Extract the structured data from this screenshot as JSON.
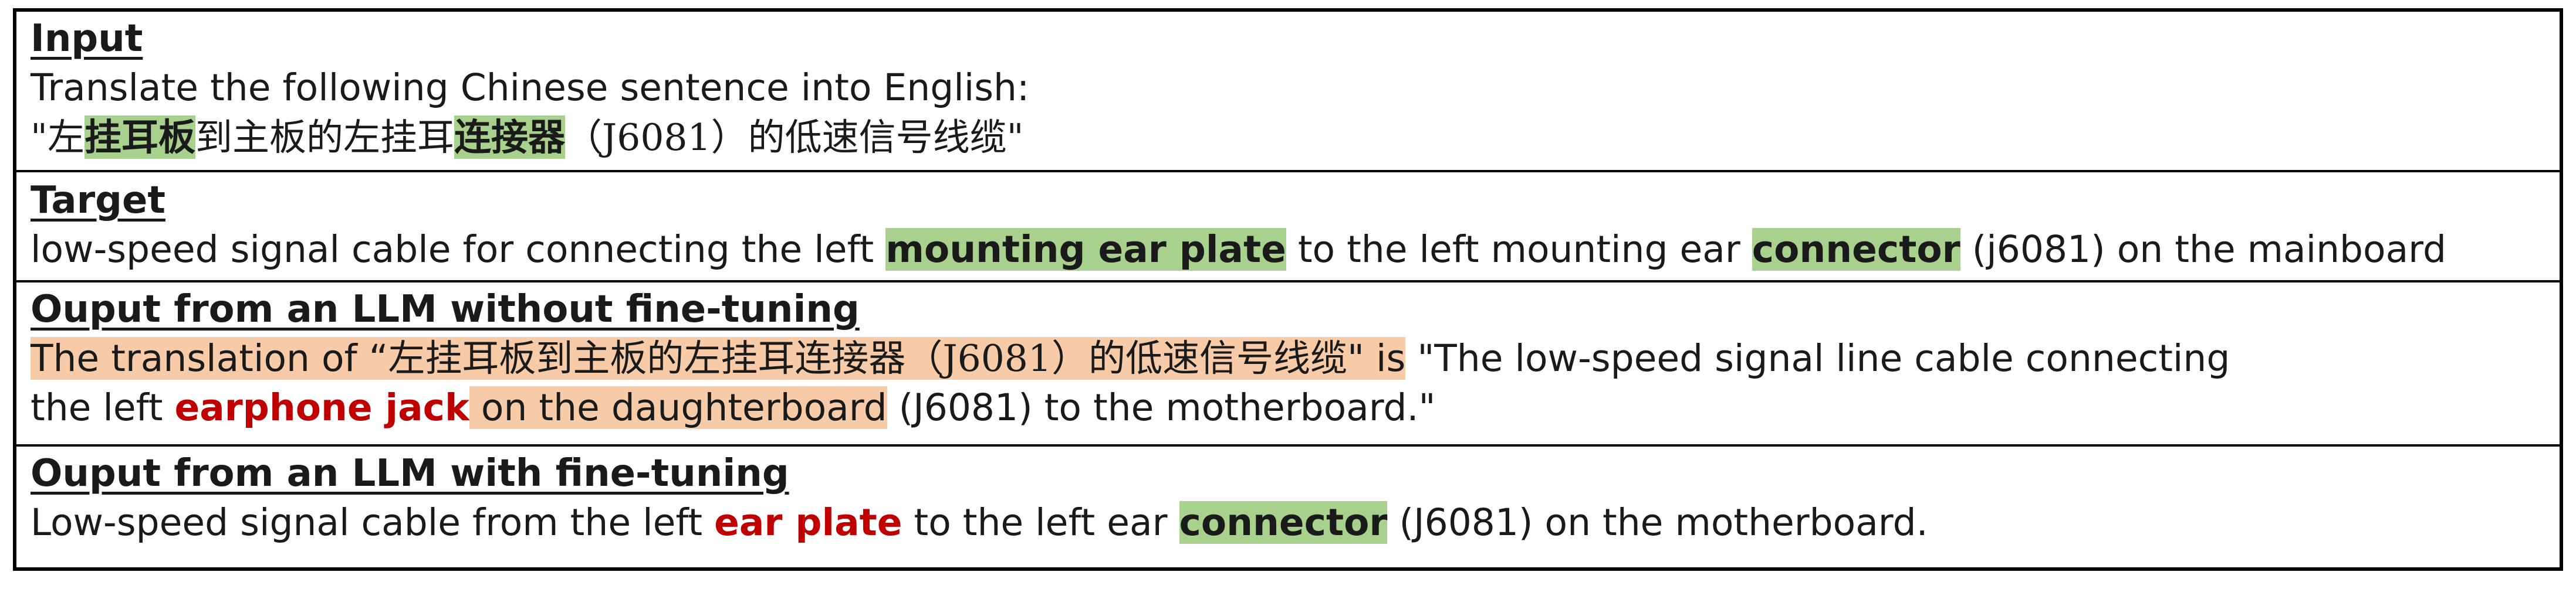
{
  "sections": {
    "input": {
      "title": "Input",
      "instruction": "Translate the following Chinese sentence into English:",
      "src": [
        "\"左",
        "挂耳板",
        "到主板的左挂耳",
        "连接器",
        "（J6081）的低速信号线缆\""
      ]
    },
    "target": {
      "title": "Target",
      "parts": [
        "low-speed signal cable for connecting the left ",
        "mounting ear plate",
        " to the left mounting ear ",
        "connector",
        " (j6081) on the mainboard"
      ]
    },
    "no_ft": {
      "title": "Ouput from an LLM without fine-tuning",
      "l1": [
        "The translation of “",
        "左挂耳板到主板的左挂耳连接器（J6081）的低速信号线缆",
        "\" is",
        " \"The low-speed signal line cable connecting"
      ],
      "l2": [
        "the left ",
        "earphone jack",
        " on the daughterboard",
        " (J6081) to the motherboard.\""
      ]
    },
    "ft": {
      "title": "Ouput from an LLM with fine-tuning",
      "parts": [
        "Low-speed signal cable from the left ",
        "ear plate",
        " to the left ear ",
        "connector",
        " (J6081) on the motherboard."
      ]
    }
  }
}
